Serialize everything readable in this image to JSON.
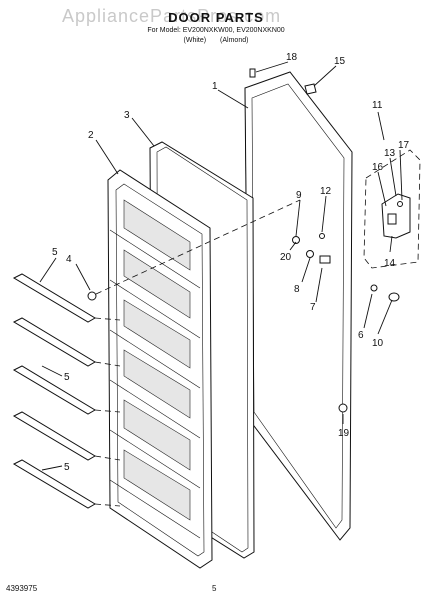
{
  "watermark": "AppliancePartsPros.com",
  "header": {
    "title": "DOOR PARTS",
    "models_line": "For Model: EV200NXKW00, EV200NXKN00",
    "colors_line": "(White) (Almond)"
  },
  "callouts": [
    "1",
    "2",
    "3",
    "4",
    "5",
    "5",
    "5",
    "6",
    "7",
    "8",
    "9",
    "10",
    "11",
    "12",
    "13",
    "14",
    "15",
    "16",
    "17",
    "18",
    "19",
    "20"
  ],
  "footer": {
    "part_number": "4393975",
    "page": "5"
  }
}
